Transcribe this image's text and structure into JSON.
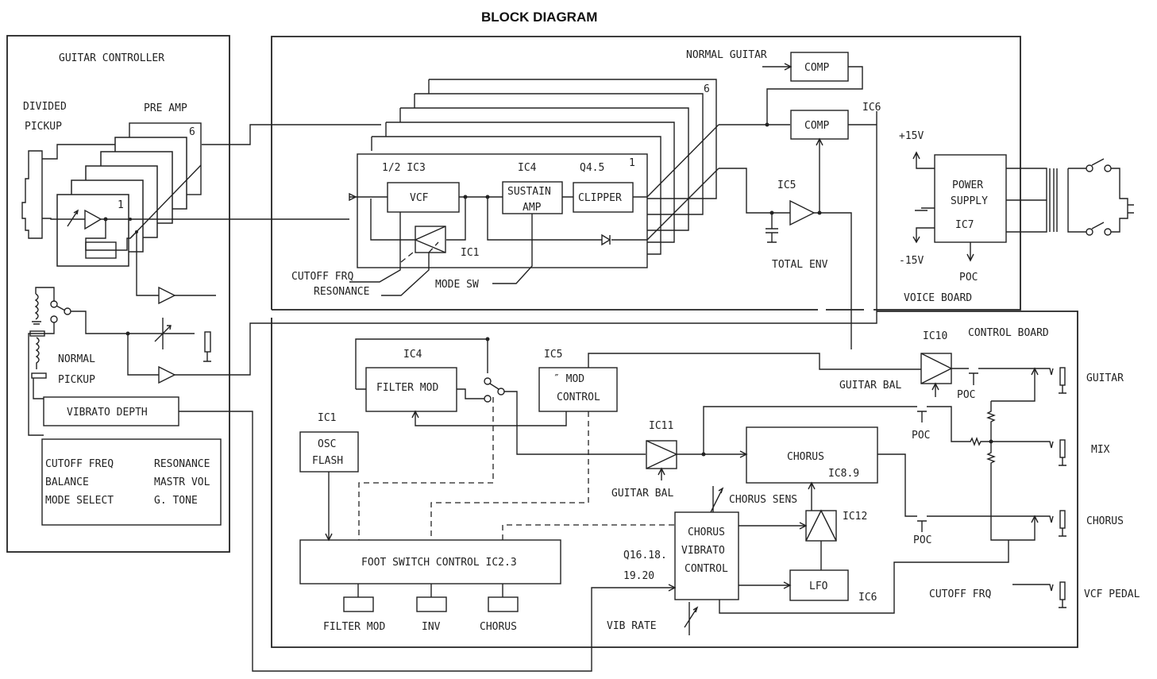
{
  "title": "BLOCK DIAGRAM",
  "guitar_controller": {
    "label": "GUITAR CONTROLLER",
    "divided_pickup": [
      "DIVIDED",
      "PICKUP"
    ],
    "pre_amp": "PRE AMP",
    "channel_first": "1",
    "channel_last": "6",
    "normal_pickup": [
      "NORMAL",
      "PICKUP"
    ],
    "vibrato_depth": "VIBRATO DEPTH",
    "controls": {
      "left": [
        "CUTOFF FREQ",
        "BALANCE",
        "MODE SELECT"
      ],
      "right": [
        "RESONANCE",
        "MASTR VOL",
        "G.  TONE"
      ]
    }
  },
  "voice_board": {
    "label": "VOICE BOARD",
    "vcf_ic": "1/2 IC3",
    "vcf": "VCF",
    "sustain_ic": "IC4",
    "sustain": [
      "SUSTAIN",
      "AMP"
    ],
    "clipper_ref": "Q4.5",
    "clipper": "CLIPPER",
    "ic1": "IC1",
    "channel_first": "1",
    "channel_last": "6",
    "cutoff_frq": "CUTOFF FRQ",
    "resonance": "RESONANCE",
    "mode_sw": "MODE SW",
    "normal_guitar": "NORMAL GUITAR",
    "comp1": "COMP",
    "comp2": "COMP",
    "ic6": "IC6",
    "ic5": "IC5",
    "total_env": "TOTAL ENV",
    "plus15": "+15V",
    "minus15": "-15V",
    "power_supply": [
      "POWER",
      "SUPPLY"
    ],
    "ic7": "IC7",
    "poc": "POC"
  },
  "control_board": {
    "label": "CONTROL BOARD",
    "ic4": "IC4",
    "filter_mod": "FILTER MOD",
    "ic5": "IC5",
    "mod_control": [
      "″ MOD",
      "CONTROL"
    ],
    "ic1": "IC1",
    "osc_flash": [
      "OSC",
      "FLASH"
    ],
    "foot_switch": "FOOT SWITCH CONTROL  IC2.3",
    "switches": [
      "FILTER MOD",
      "INV",
      "CHORUS"
    ],
    "ic11": "IC11",
    "guitar_bal_lower": "GUITAR BAL",
    "chorus": "CHORUS",
    "chorus_ic": "IC8.9",
    "chorus_sens": "CHORUS SENS",
    "ic12": "IC12",
    "chorus_vibrato": [
      "CHORUS",
      "VIBRATO",
      "CONTROL"
    ],
    "q_ref": [
      "Q16.18.",
      "19.20"
    ],
    "lfo": "LFO",
    "lfo_ic": "IC6",
    "vib_rate": "VIB RATE",
    "ic10": "IC10",
    "guitar_bal_upper": "GUITAR BAL",
    "poc_labels": [
      "POC",
      "POC",
      "POC"
    ],
    "outputs": [
      "GUITAR",
      "MIX",
      "CHORUS",
      "VCF PEDAL"
    ],
    "cutoff_frq": "CUTOFF FRQ"
  }
}
